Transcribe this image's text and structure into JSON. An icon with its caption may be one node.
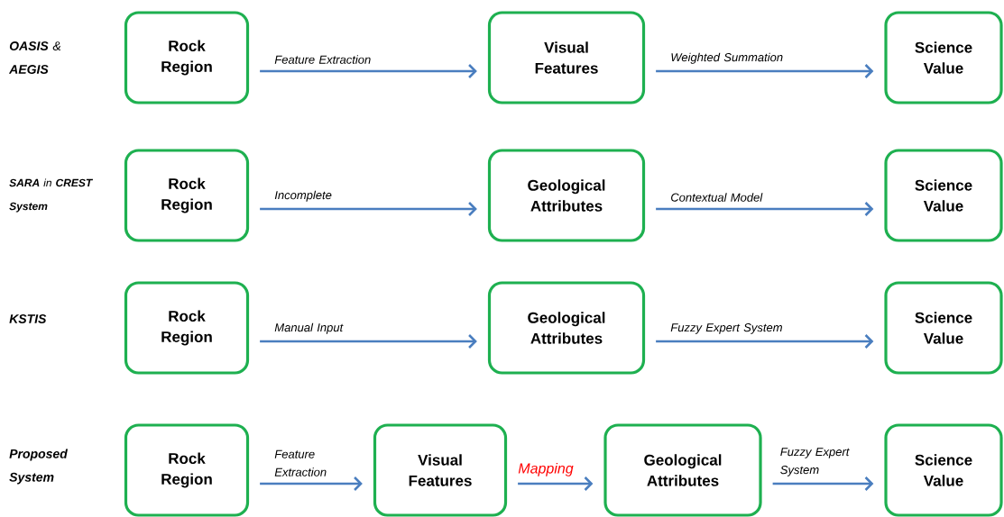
{
  "diagram": {
    "nodes": [
      {
        "text": [
          "Rock Region"
        ]
      },
      {
        "text": [
          "Visual Features"
        ]
      },
      {
        "text": [
          "Science Value"
        ]
      },
      {
        "text": [
          "Rock Region"
        ]
      },
      {
        "text": [
          "Geological Attributes"
        ]
      },
      {
        "text": [
          "Science Value"
        ]
      },
      {
        "text": [
          "Rock Region"
        ]
      },
      {
        "text": [
          "Geological Attributes"
        ]
      },
      {
        "text": [
          "Science Value"
        ]
      },
      {
        "text": [
          "Rock Region"
        ]
      },
      {
        "text": [
          "Visual Features"
        ]
      },
      {
        "text": [
          "Geological Attributes"
        ]
      },
      {
        "text": [
          "Science Value"
        ]
      }
    ],
    "edges": [
      {
        "from": 0,
        "to": 1,
        "arrow": "to",
        "label": "Feature Extraction"
      },
      {
        "from": 1,
        "to": 2,
        "arrow": "to",
        "label": "Weighted Summation"
      },
      {
        "from": 3,
        "to": 4,
        "arrow": "to",
        "label": "Incomplete"
      },
      {
        "from": 4,
        "to": 5,
        "arrow": "to",
        "label": "Contextual Model"
      },
      {
        "from": 6,
        "to": 7,
        "arrow": "to",
        "label": "Manual Input"
      },
      {
        "from": 7,
        "to": 8,
        "arrow": "to",
        "label": "Fuzzy Expert System"
      },
      {
        "from": 9,
        "to": 10,
        "arrow": "to",
        "label": "Feature Extraction"
      },
      {
        "from": 10,
        "to": 11,
        "arrow": "to",
        "label": "Mapping"
      },
      {
        "from": 11,
        "to": 12,
        "arrow": "to",
        "label": "Fuzzy Expert System"
      }
    ],
    "labels": [
      "**OASIS** & **AEGIS**",
      "**SARA** in **CREST System**",
      "**KSTIS**",
      "**Proposed System**"
    ]
  }
}
